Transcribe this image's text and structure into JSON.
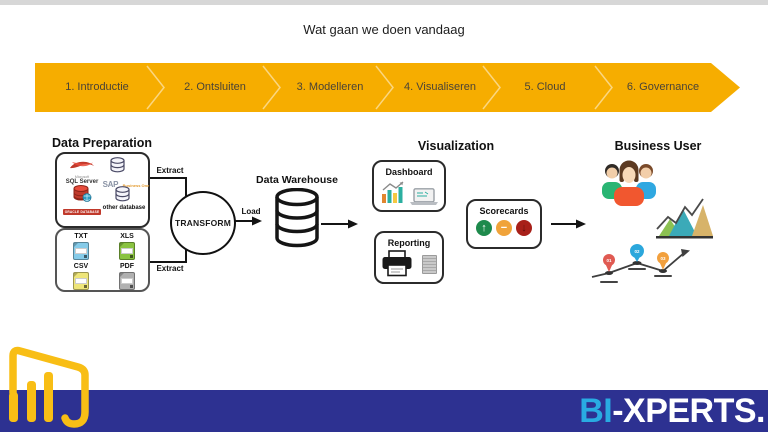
{
  "colors": {
    "banner_yellow": "#F6AD00",
    "navy": "#2D3191",
    "brand_blue": "#29ABE2",
    "pbi_yellow": "#F8BE15",
    "green_up": "#1E8A4C",
    "amber_mid": "#F0A33A",
    "red_down": "#A82019"
  },
  "slide": {
    "title": "Wat gaan we doen vandaag"
  },
  "banner": {
    "steps": [
      {
        "label": "1. Introductie"
      },
      {
        "label": "2. Ontsluiten"
      },
      {
        "label": "3. Modelleren"
      },
      {
        "label": "4. Visualiseren"
      },
      {
        "label": "5. Cloud"
      },
      {
        "label": "6. Governance"
      }
    ]
  },
  "data_preparation": {
    "heading": "Data Preparation",
    "sources": {
      "sql_server_small": "Microsoft",
      "sql_server_label": "SQL Server",
      "sap_label": "SAP",
      "sap_sub": "Business One",
      "oracle_label": "ORACLE DATABASE",
      "other_label": "other database"
    },
    "files": [
      {
        "label": "TXT",
        "color": "#85CBE9"
      },
      {
        "label": "XLS",
        "color": "#8AC341"
      },
      {
        "label": "CSV",
        "color": "#EEE579"
      },
      {
        "label": "PDF",
        "color": "#B0B0B0"
      }
    ],
    "extract_top": "Extract",
    "extract_bottom": "Extract"
  },
  "etl": {
    "transform": "TRANSFORM",
    "load": "Load"
  },
  "warehouse": {
    "heading": "Data Warehouse"
  },
  "visualization": {
    "heading": "Visualization",
    "dashboard_label": "Dashboard",
    "reporting_label": "Reporting",
    "scorecards_label": "Scorecards"
  },
  "business_user": {
    "heading": "Business User",
    "milestones": [
      {
        "num": "01",
        "color": "#E05A52"
      },
      {
        "num": "02",
        "color": "#2BA7DC"
      },
      {
        "num": "03",
        "color": "#F2A03D"
      }
    ]
  },
  "footer": {
    "brand_blue_text": "BI",
    "brand_white_text": "-XPERTS."
  }
}
